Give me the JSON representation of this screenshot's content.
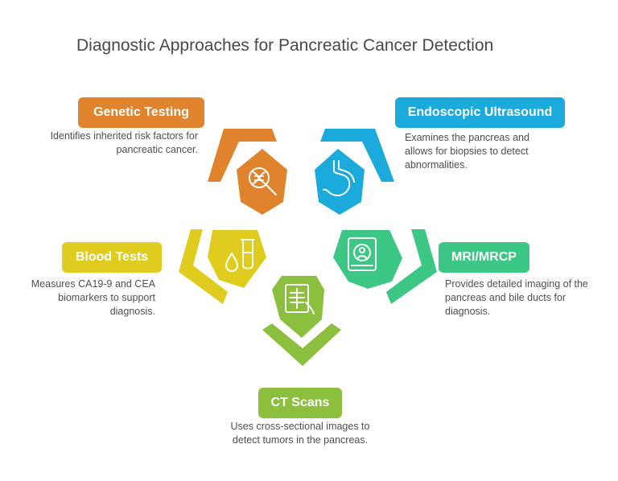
{
  "title": "Diagnostic Approaches for Pancreatic Cancer Detection",
  "colors": {
    "genetic": "#e0832d",
    "endoscopic": "#1aaadc",
    "blood": "#dfcc1e",
    "mri": "#3dc784",
    "ct": "#8dbf3e"
  },
  "items": [
    {
      "label": "Genetic Testing",
      "description": "Identifies inherited risk factors for pancreatic cancer.",
      "icon": "dna-magnifier-icon"
    },
    {
      "label": "Endoscopic Ultrasound",
      "description": "Examines the pancreas and allows for biopsies to detect abnormalities.",
      "icon": "stomach-icon"
    },
    {
      "label": "Blood Tests",
      "description": "Measures CA19-9 and CEA biomarkers to support diagnosis.",
      "icon": "blood-test-tube-icon"
    },
    {
      "label": "MRI/MRCP",
      "description": "Provides detailed imaging of the pancreas and bile ducts for diagnosis.",
      "icon": "mri-scanner-icon"
    },
    {
      "label": "CT Scans",
      "description": "Uses cross-sectional images to detect tumors in the pancreas.",
      "icon": "ct-scan-icon"
    }
  ]
}
